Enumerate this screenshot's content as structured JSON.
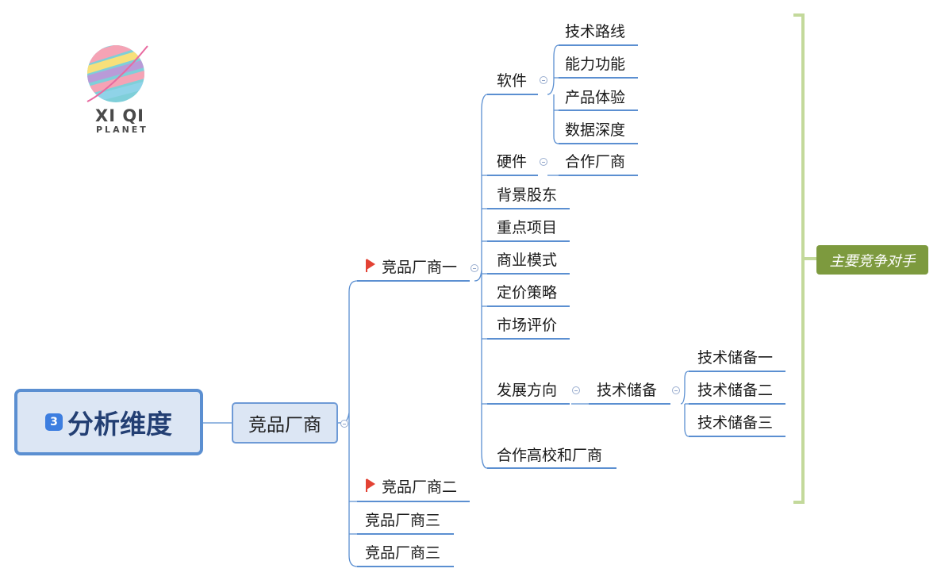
{
  "root": {
    "badge": "3",
    "title": "分析维度"
  },
  "level1": "竞品厂商",
  "vendor1": {
    "label": "竞品厂商一",
    "flagged": true
  },
  "vendor2": {
    "label": "竞品厂商二",
    "flagged": true
  },
  "vendor3a": {
    "label": "竞品厂商三"
  },
  "vendor3b": {
    "label": "竞品厂商三"
  },
  "branches": {
    "software": "软件",
    "hardware": "硬件",
    "background": "背景股东",
    "projects": "重点项目",
    "business": "商业模式",
    "pricing": "定价策略",
    "market": "市场评价",
    "direction": "发展方向",
    "partners": "合作高校和厂商"
  },
  "software_children": [
    "技术路线",
    "能力功能",
    "产品体验",
    "数据深度"
  ],
  "hardware_children": [
    "合作厂商"
  ],
  "tech_reserve": "技术储备",
  "tech_reserve_children": [
    "技术储备一",
    "技术储备二",
    "技术储备三"
  ],
  "summary": "主要竞争对手",
  "logo": {
    "line1": "XI QI",
    "line2": "PLANET"
  },
  "colors": {
    "line": "#5b8fd1",
    "root_fill": "#dce6f4",
    "summary_fill": "#7d9a3e",
    "bracket": "#c3d99b",
    "flag": "#e34234"
  }
}
